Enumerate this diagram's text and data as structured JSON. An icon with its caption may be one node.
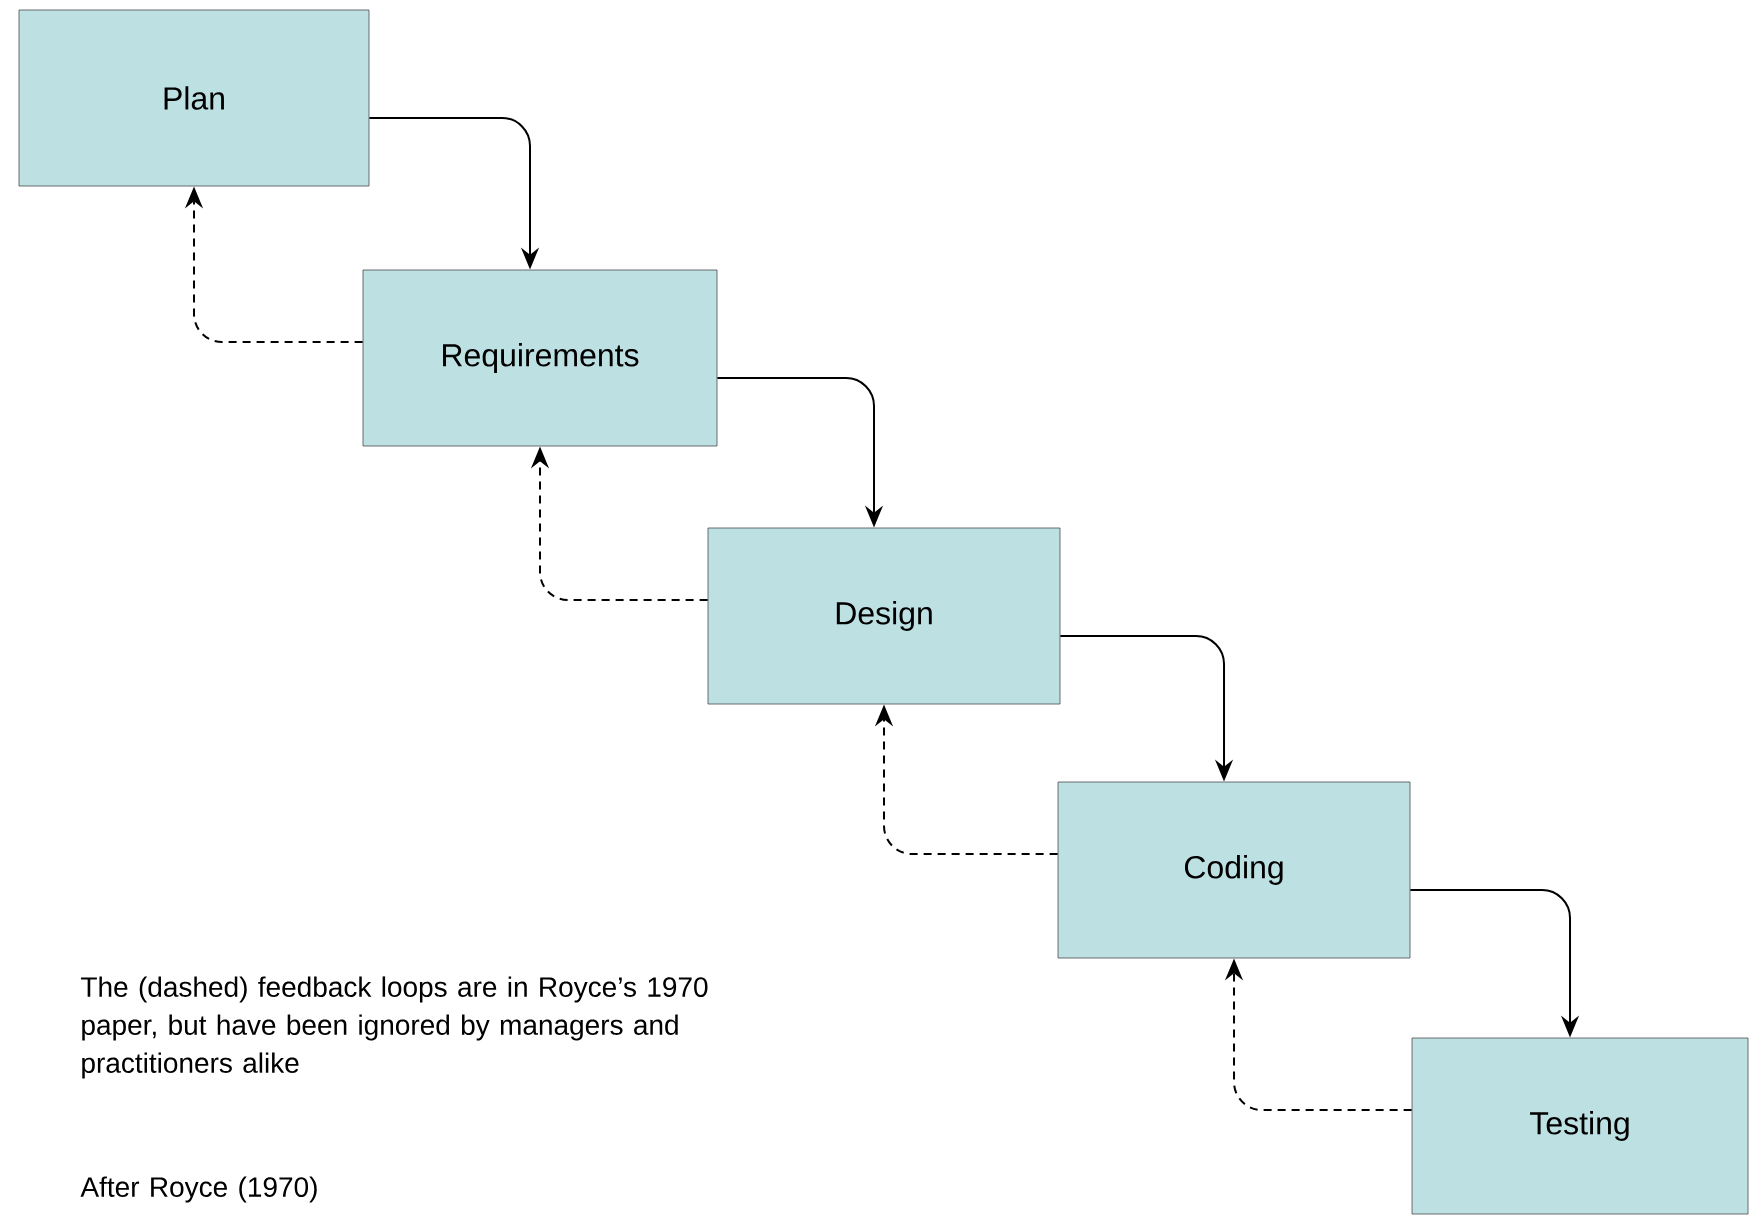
{
  "diagram": {
    "nodes": [
      {
        "text": [
          "Plan"
        ]
      },
      {
        "text": [
          "Requirements"
        ]
      },
      {
        "text": [
          "Design"
        ]
      },
      {
        "text": [
          "Coding"
        ]
      },
      {
        "text": [
          "Testing"
        ]
      }
    ],
    "edges": [
      {
        "from": 0,
        "to": 1,
        "arrow": "to"
      },
      {
        "from": 1,
        "to": 0,
        "arrow": "to",
        "style": "dashed"
      },
      {
        "from": 1,
        "to": 2,
        "arrow": "to"
      },
      {
        "from": 2,
        "to": 1,
        "arrow": "to",
        "style": "dashed"
      },
      {
        "from": 2,
        "to": 3,
        "arrow": "to"
      },
      {
        "from": 3,
        "to": 2,
        "arrow": "to",
        "style": "dashed"
      },
      {
        "from": 3,
        "to": 4,
        "arrow": "to"
      },
      {
        "from": 4,
        "to": 3,
        "arrow": "to",
        "style": "dashed"
      }
    ],
    "labels": [
      "The (dashed) feedback loops are in Royce’s 1970 paper, but have been ignored by managers and practitioners alike",
      "After Royce (1970)"
    ]
  }
}
